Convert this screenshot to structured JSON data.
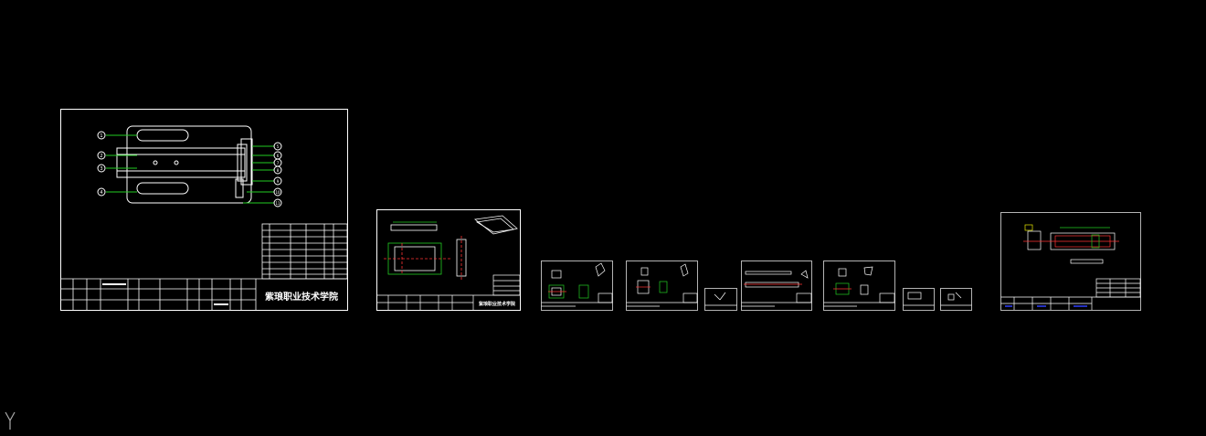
{
  "viewport": {
    "background": "#000000"
  },
  "colors": {
    "frame": "#ffffff",
    "leader": "#22cc22",
    "hidden": "#ff3030",
    "center": "#ff3030",
    "yellow": "#e8e800",
    "cyan": "#22cccc",
    "blue": "#3040ff",
    "magenta": "#ff40ff"
  },
  "sheet1": {
    "school_title": "紫琅职业技术学院",
    "balloons": [
      "1",
      "2",
      "3",
      "4",
      "5",
      "6",
      "7",
      "8",
      "9",
      "10",
      "11"
    ]
  },
  "sheet2": {
    "school_title": "紫琅职业技术学院"
  },
  "ucs": {
    "axis_label": "Y",
    "icon": "ucs-icon"
  }
}
